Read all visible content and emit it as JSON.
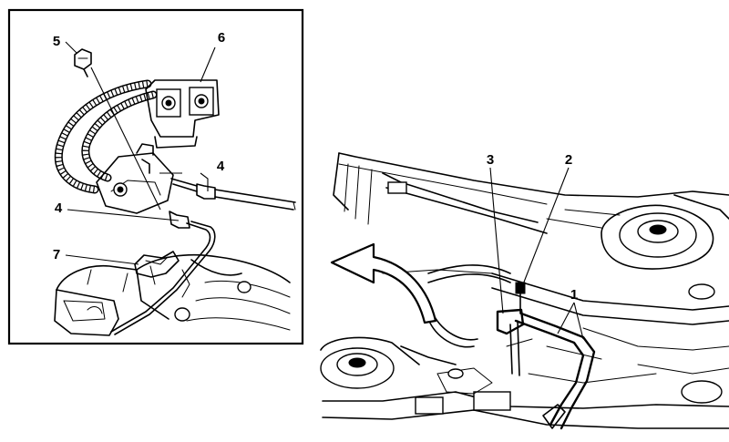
{
  "callouts": {
    "c1": "1",
    "c2": "2",
    "c3": "3",
    "c4a": "4",
    "c4b": "4",
    "c5": "5",
    "c6": "6",
    "c7": "7"
  },
  "arrow_icon": "curved-arrow-left-icon",
  "colors": {
    "ink": "#000000",
    "paper": "#ffffff"
  }
}
